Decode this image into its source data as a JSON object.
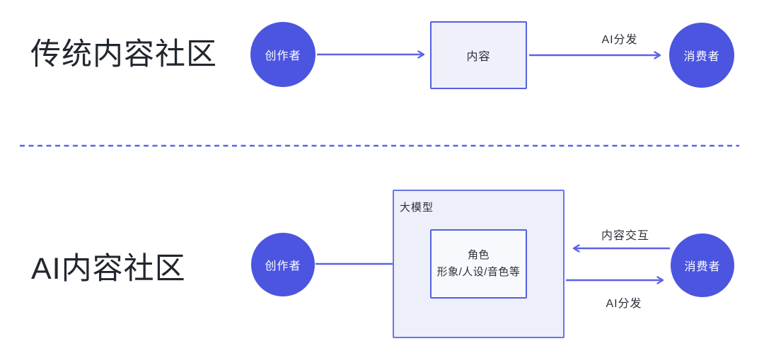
{
  "colors": {
    "node_circle_fill": "#4b55e0",
    "node_circle_text": "#ffffff",
    "arrow_stroke": "#5a64e6",
    "box_border": "#5560dd",
    "content_box_fill": "#eff0fa",
    "model_box_border": "#6a75e6",
    "model_box_fill": "#edeffa",
    "role_box_fill": "#f8f9fd",
    "divider": "#5b62e8",
    "title_text": "#22262f",
    "label_text": "#2b2f38"
  },
  "top_section": {
    "title": "传统内容社区",
    "creator_circle": "创作者",
    "content_box": "内容",
    "distribution_arrow_label": "AI分发",
    "consumer_circle": "消费者"
  },
  "bottom_section": {
    "title": "AI内容社区",
    "creator_circle": "创作者",
    "model_box_label": "大模型",
    "role_box_line1": "角色",
    "role_box_line2": "形象/人设/音色等",
    "interaction_arrow_label": "内容交互",
    "distribution_arrow_label": "AI分发",
    "consumer_circle": "消费者"
  }
}
